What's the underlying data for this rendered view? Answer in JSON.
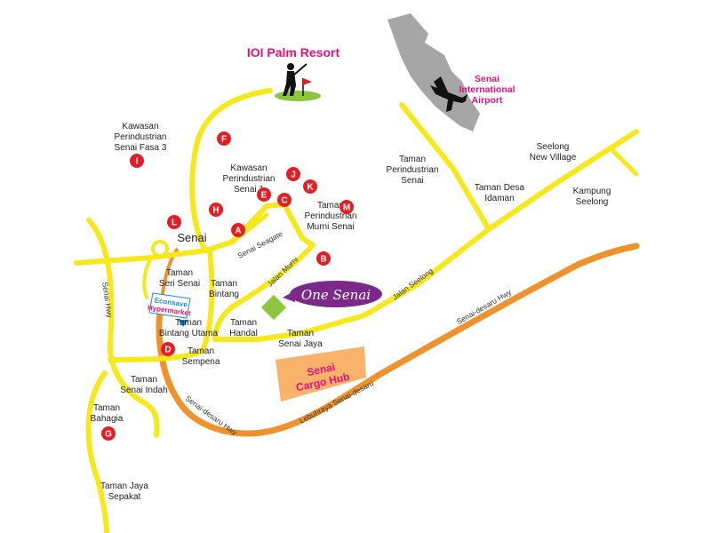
{
  "colors": {
    "road": "#f7e81c",
    "highway": "#f0922b",
    "marker": "#e31e24",
    "pink": "#e3127a",
    "airport": "#a6a6a6",
    "cargo": "#f8b26a",
    "one_senai": "#7b2a8c",
    "green": "#8cc63f"
  },
  "landmarks": {
    "ioi_palm_resort": "IOI Palm Resort",
    "airport_line1": "Senai",
    "airport_line2": "International",
    "airport_line3": "Airport",
    "one_senai": "One Senai",
    "cargo_line1": "Senai",
    "cargo_line2": "Cargo Hub",
    "econsave_line1": "Econsave",
    "econsave_line2": "Hypermarket",
    "senai": "Senai"
  },
  "areas": {
    "kawasan_fasa3": [
      "Kawasan",
      "Perindustrian",
      "Senai Fasa 3"
    ],
    "kawasan_senai1": [
      "Kawasan",
      "Perindustrian",
      "Senai 1"
    ],
    "murni": [
      "Taman",
      "Perindustrian",
      "Murni Senai"
    ],
    "perindustrian_senai": [
      "Taman",
      "Perindustrian",
      "Senai"
    ],
    "seelong_village": [
      "Seelong",
      "New Village"
    ],
    "desa_idaman": [
      "Taman Desa",
      "Idaman"
    ],
    "kampung_seelong": [
      "Kampung",
      "Seelong"
    ],
    "seri_senai": [
      "Taman",
      "Seri Senai"
    ],
    "bintang": [
      "Taman",
      "Bintang"
    ],
    "bintang_utama": [
      "Taman",
      "Bintang Utama"
    ],
    "handal": [
      "Taman",
      "Handal"
    ],
    "senai_jaya": [
      "Taman",
      "Senai Jaya"
    ],
    "sempena": [
      "Taman",
      "Sempena"
    ],
    "senai_indah": [
      "Taman",
      "Senai Indah"
    ],
    "bahagia": [
      "Taman",
      "Bahagia"
    ],
    "jaya_sepakat": [
      "Taman Jaya",
      "Sepakat"
    ]
  },
  "roads": {
    "senai_seagate": "Senai Seagate",
    "jalan_murni": "Jalan Murni",
    "jalan_seelong": "Jalan Seelong",
    "senai_hwy": "Senai Hwy",
    "senai_desaru_hwy_left": "Senai-desaru Hwy",
    "senai_desaru_hwy_right": "Senai-desaru Hwy",
    "lebuhraya": "Lebuhraya Senai-desaru"
  },
  "markers": [
    {
      "id": "A",
      "label": "A"
    },
    {
      "id": "B",
      "label": "B"
    },
    {
      "id": "C",
      "label": "C"
    },
    {
      "id": "D",
      "label": "D"
    },
    {
      "id": "E",
      "label": "E"
    },
    {
      "id": "F",
      "label": "F"
    },
    {
      "id": "G",
      "label": "G"
    },
    {
      "id": "H",
      "label": "H"
    },
    {
      "id": "I",
      "label": "I"
    },
    {
      "id": "J",
      "label": "J"
    },
    {
      "id": "K",
      "label": "K"
    },
    {
      "id": "L",
      "label": "L"
    },
    {
      "id": "M",
      "label": "M"
    }
  ],
  "icons": {
    "golfer": "golfer-icon",
    "airplane": "airplane-icon"
  }
}
